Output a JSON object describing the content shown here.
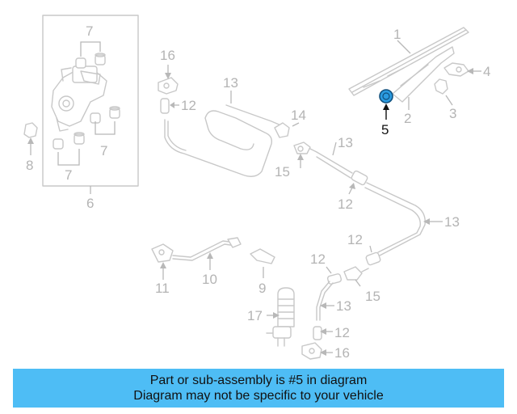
{
  "callouts": {
    "c1": "1",
    "c2": "2",
    "c3": "3",
    "c4": "4",
    "c5": "5",
    "c6": "6",
    "c7a": "7",
    "c7b": "7",
    "c7c": "7",
    "c8": "8",
    "c9": "9",
    "c10": "10",
    "c11": "11",
    "c12a": "12",
    "c12b": "12",
    "c12c": "12",
    "c12d": "12",
    "c12e": "12",
    "c13a": "13",
    "c13b": "13",
    "c13c": "13",
    "c13d": "13",
    "c14": "14",
    "c15a": "15",
    "c15b": "15",
    "c16a": "16",
    "c16b": "16",
    "c17": "17"
  },
  "highlighted_part": "5",
  "colors": {
    "highlight_fill": "#2b9be0",
    "banner_background": "#4ebdf5",
    "line_art": "#c8c8c8"
  },
  "banner": {
    "line1": "Part or sub-assembly is #5 in diagram",
    "line2": "Diagram may not be specific to your vehicle"
  }
}
